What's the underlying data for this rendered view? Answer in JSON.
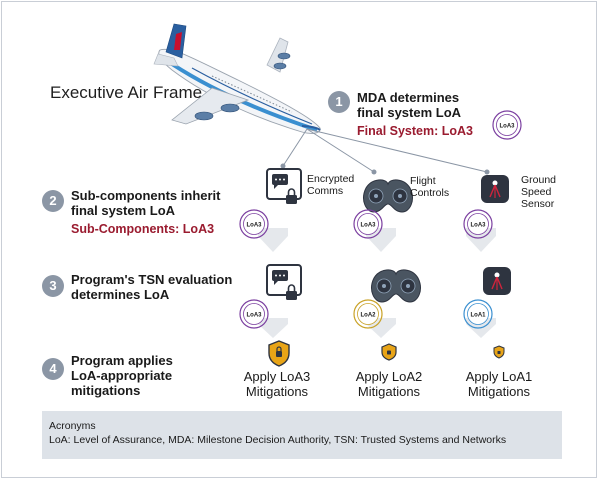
{
  "title": "Executive Air Frame",
  "steps": [
    {
      "num": "1",
      "line1": "MDA determines",
      "line2": "final system LoA",
      "sub": "Final System: LoA3"
    },
    {
      "num": "2",
      "line1": "Sub-components inherit",
      "line2": "final system LoA",
      "sub": "Sub-Components: LoA3"
    },
    {
      "num": "3",
      "line1": "Program's TSN evaluation",
      "line2": "determines LoA",
      "sub": ""
    },
    {
      "num": "4",
      "line1": "Program applies",
      "line2": "LoA-appropriate",
      "line3": "mitigations",
      "sub": ""
    }
  ],
  "components": [
    {
      "line1": "Encrypted",
      "line2": "Comms",
      "line3": ""
    },
    {
      "line1": "Flight",
      "line2": "Controls",
      "line3": ""
    },
    {
      "line1": "Ground",
      "line2": "Speed",
      "line3": "Sensor"
    }
  ],
  "badges": {
    "final": "LoA3",
    "row2": [
      "LoA3",
      "LoA3",
      "LoA3"
    ],
    "row3": [
      "LoA3",
      "LoA2",
      "LoA1"
    ]
  },
  "mitigations": [
    {
      "line1": "Apply LoA3",
      "line2": "Mitigations"
    },
    {
      "line1": "Apply LoA2",
      "line2": "Mitigations"
    },
    {
      "line1": "Apply LoA1",
      "line2": "Mitigations"
    }
  ],
  "acronyms": {
    "title": "Acronyms",
    "body": "LoA: Level of Assurance, MDA: Milestone Decision Authority, TSN: Trusted Systems and Networks"
  },
  "colors": {
    "accent": "#9a1b2f",
    "step_circle": "#8b96a5",
    "loa3_ring": "#7b3fa0",
    "loa2_ring": "#c9a227",
    "loa1_ring": "#3a8fd0",
    "panel": "#dde2e8"
  }
}
